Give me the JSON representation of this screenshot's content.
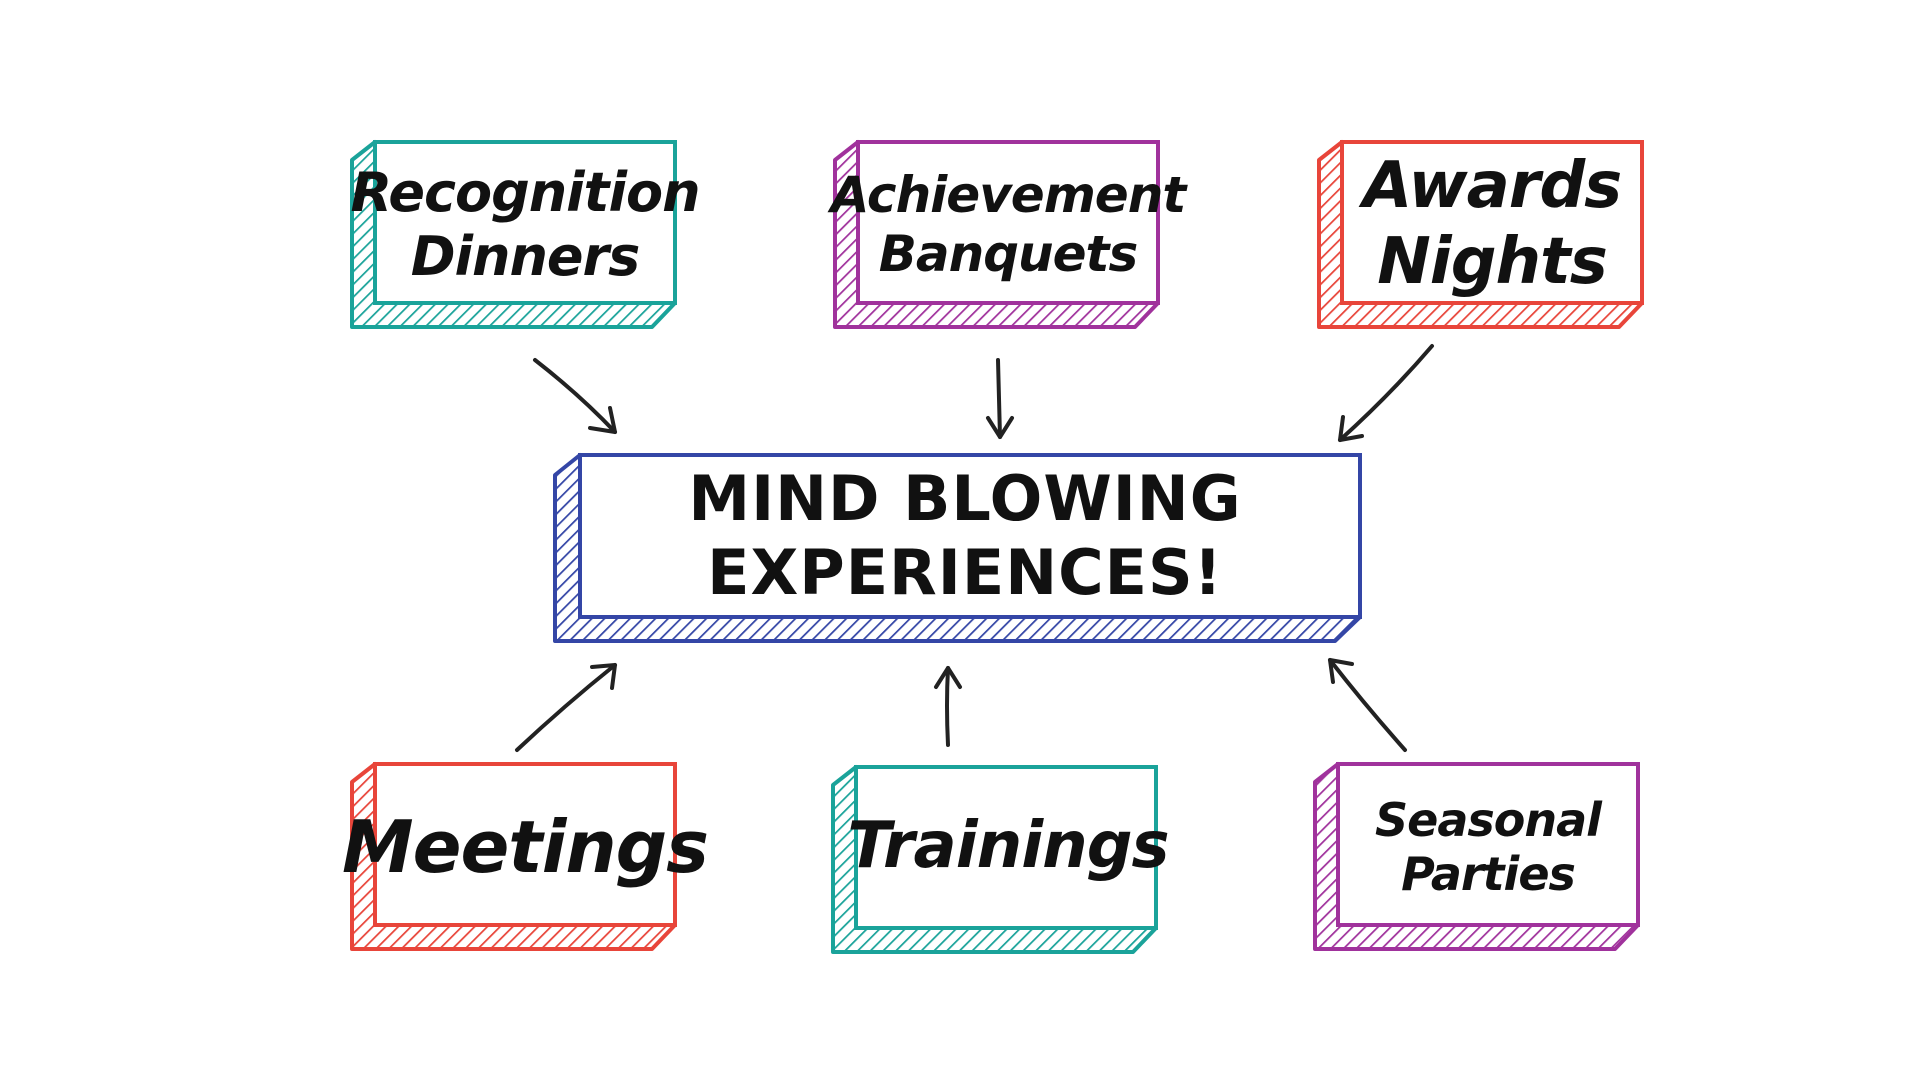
{
  "center": {
    "label": "MIND BLOWING EXPERIENCES!",
    "color": "#3446a6"
  },
  "top_nodes": [
    {
      "label": "Recognition\nDinners",
      "color": "#1aa39a"
    },
    {
      "label": "Achievement\nBanquets",
      "color": "#a0329c"
    },
    {
      "label": "Awards\nNights",
      "color": "#e8453a"
    }
  ],
  "bottom_nodes": [
    {
      "label": "Meetings",
      "color": "#e8453a"
    },
    {
      "label": "Trainings",
      "color": "#1aa39a"
    },
    {
      "label": "Seasonal\nParties",
      "color": "#a0329c"
    }
  ],
  "arrow_color": "#222222"
}
